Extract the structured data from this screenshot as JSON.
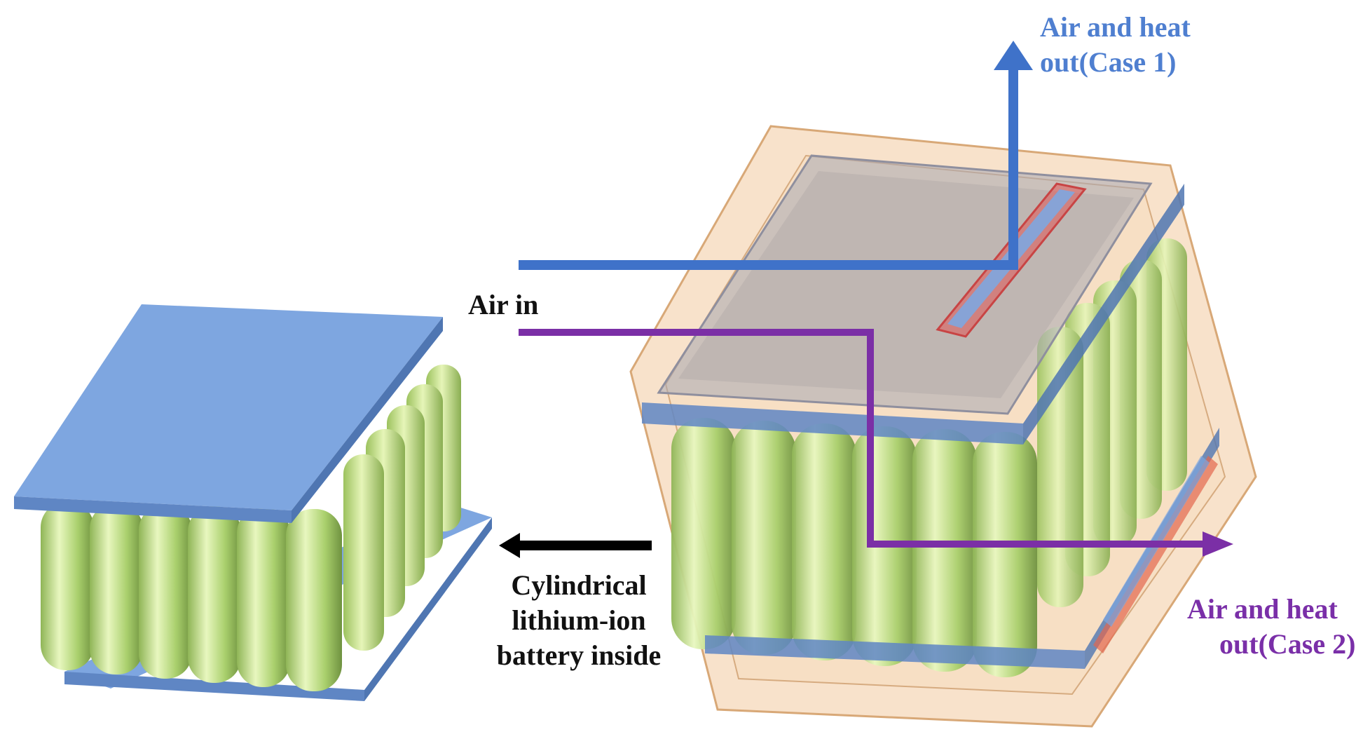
{
  "labels": {
    "air_in": "Air in",
    "out_case1_line1": "Air and heat",
    "out_case1_line2": "out(Case 1)",
    "out_case2_line1": "Air and heat",
    "out_case2_line2": "out(Case 2)",
    "battery_line1": "Cylindrical",
    "battery_line2": "lithium-ion",
    "battery_line3": "battery inside"
  },
  "colors": {
    "case1_flow": "#3f72c9",
    "case2_flow": "#7b2fa6",
    "pointer_arrow": "#000000",
    "plate_blue": "#7ea6e0",
    "cell_green": "#bfe28a",
    "enclosure": "#f0c8a0",
    "vent_red": "#e05555"
  },
  "icons": {
    "case1_arrow": "arrow-up-icon",
    "case2_arrow": "arrow-right-icon",
    "pointer_arrow": "arrow-left-icon"
  }
}
